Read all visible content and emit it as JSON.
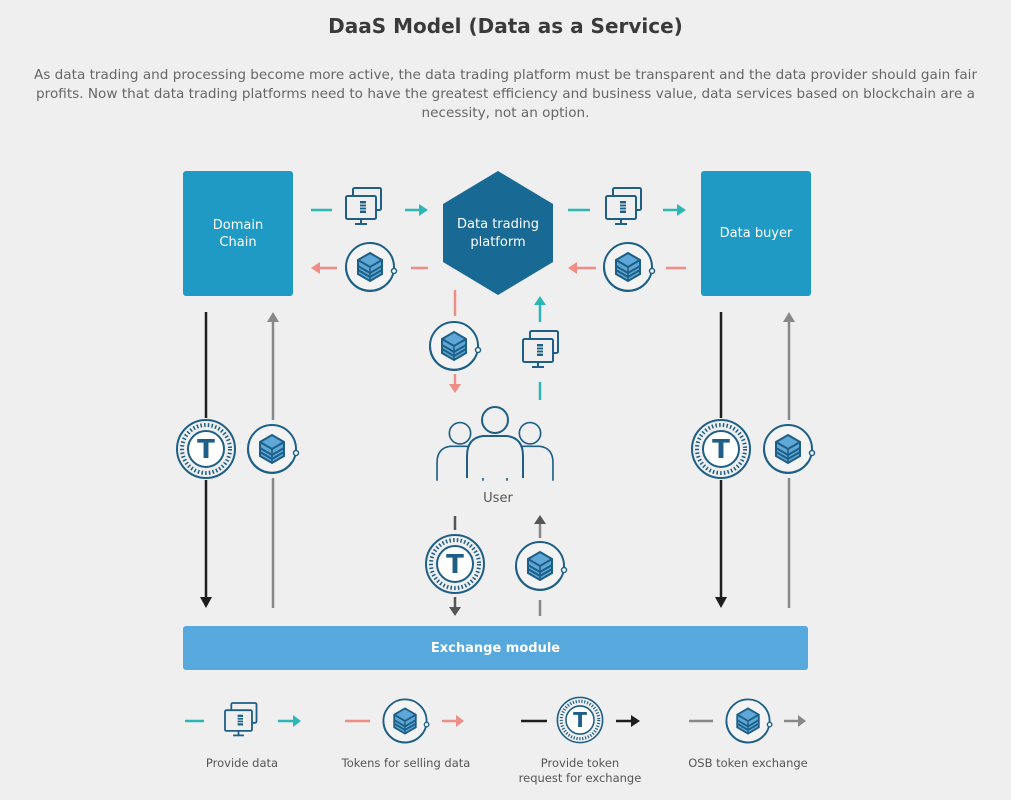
{
  "title": "DaaS Model (Data as a Service)",
  "description": "As data trading and processing become more active, the data trading platform must be transparent and the data provider should gain fair profits. Now that data trading platforms need to have the greatest efficiency and business value, data services based on blockchain are a necessity, not an option.",
  "nodes": {
    "domain_chain": "Domain\nChain",
    "data_trading_platform": "Data trading\nplatform",
    "data_buyer": "Data buyer",
    "user": "User",
    "exchange_module": "Exchange module"
  },
  "token_letter": "T",
  "legend": [
    {
      "label": "Provide data",
      "icon": "computer-icon",
      "color": "#2bb7b5"
    },
    {
      "label": "Tokens for selling data",
      "icon": "osb-token-icon",
      "color": "#f08c86"
    },
    {
      "label": "Provide token\nrequest for exchange",
      "icon": "t-token-icon",
      "color": "#1e1e1e"
    },
    {
      "label": "OSB token exchange",
      "icon": "osb-token-icon",
      "color": "#888888"
    }
  ],
  "colors": {
    "teal": "#2bb7b5",
    "salmon": "#f08c86",
    "black": "#1e1e1e",
    "gray": "#888888",
    "box_blue": "#1f9ac4",
    "hex_blue": "#186a95",
    "exchange_blue": "#57a8dd"
  }
}
